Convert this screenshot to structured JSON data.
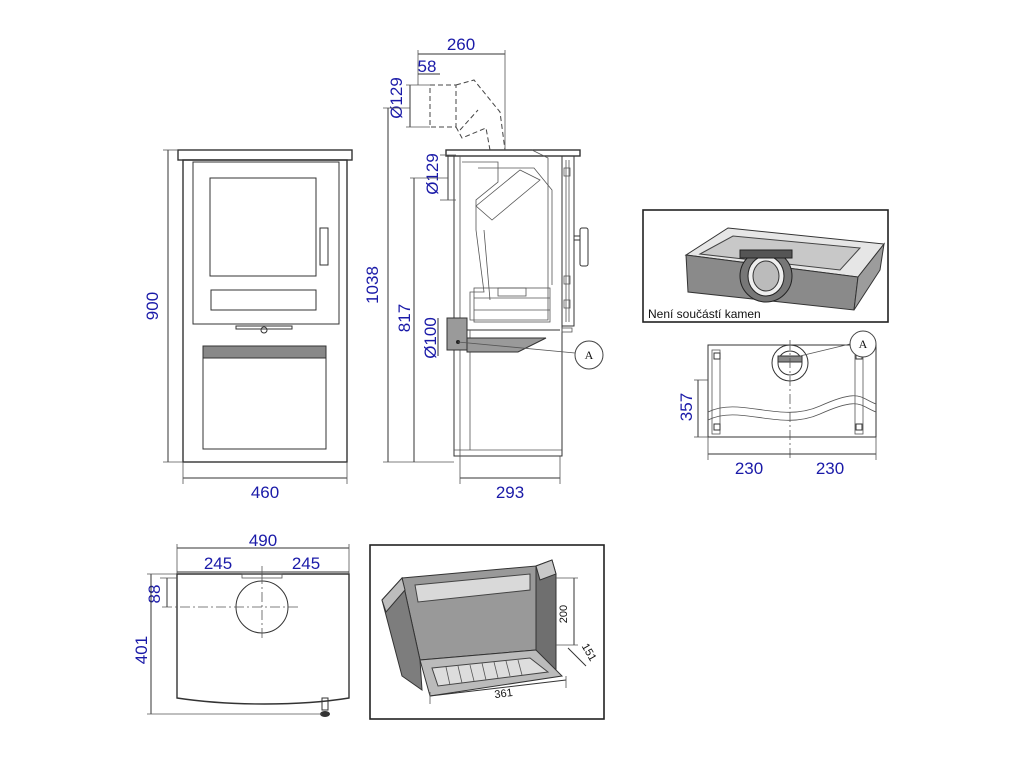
{
  "front_view": {
    "width": "460",
    "height": "900"
  },
  "side_view": {
    "flue_offset": "260",
    "flue_length": "58",
    "flue_top_diameter": "Ø129",
    "flue_back_diameter": "Ø129",
    "total_height": "1038",
    "back_outlet_height": "817",
    "air_inlet_diameter": "Ø100",
    "depth": "293",
    "callout": "A"
  },
  "top_view": {
    "total_width": "490",
    "left_half": "245",
    "right_half": "245",
    "flue_depth": "88",
    "depth": "401"
  },
  "stone_box": {
    "note": "Není součástí kamen"
  },
  "rear_view": {
    "height": "357",
    "left_half": "230",
    "right_half": "230",
    "callout": "A"
  },
  "firebox": {
    "height": "200",
    "depth": "151",
    "width": "361"
  }
}
